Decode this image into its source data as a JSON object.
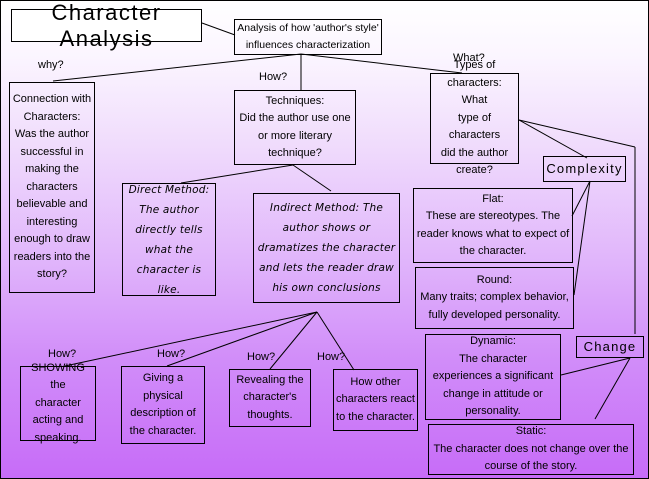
{
  "diagram": {
    "title": "Character Analysis",
    "root": "Analysis of how 'author's style'\ninfluences characterization",
    "questions": {
      "why": "why?",
      "how_techniques": "How?",
      "what": "What?",
      "how_showing": "How?",
      "how_physical": "How?",
      "how_thoughts": "How?",
      "how_others": "How?"
    },
    "nodes": {
      "connection": "Connection with\nCharacters:\nWas the author\nsuccessful in\nmaking the\ncharacters\nbelievable and\ninteresting\nenough to draw\nreaders into the\nstory?",
      "techniques": "Techniques:\nDid the author use one\nor more literary\ntechnique?",
      "types": "Types of\ncharacters: What\ntype of characters\ndid the author\ncreate?",
      "direct": "Direct Method:\nThe author\ndirectly tells\nwhat the\ncharacter is like.",
      "indirect": "Indirect Method: The\nauthor shows or\ndramatizes the character\nand lets the reader draw\nhis own conclusions",
      "complexity": "Complexity",
      "flat": "Flat:\nThese are stereotypes. The\nreader knows what to expect of\nthe character.",
      "round": "Round:\nMany traits; complex behavior,\nfully developed personality.",
      "change": "Change",
      "dynamic": "Dynamic:\nThe character\nexperiences a significant\nchange in attitude or\npersonality.",
      "static": "Static:\nThe character does not change over the\ncourse of the story.",
      "showing": "SHOWING the\ncharacter\nacting and\nspeaking.",
      "physical": "Giving a\nphysical\ndescription of\nthe character.",
      "thoughts": "Revealing the\ncharacter's\nthoughts.",
      "others": "How other\ncharacters react\nto the character."
    }
  }
}
